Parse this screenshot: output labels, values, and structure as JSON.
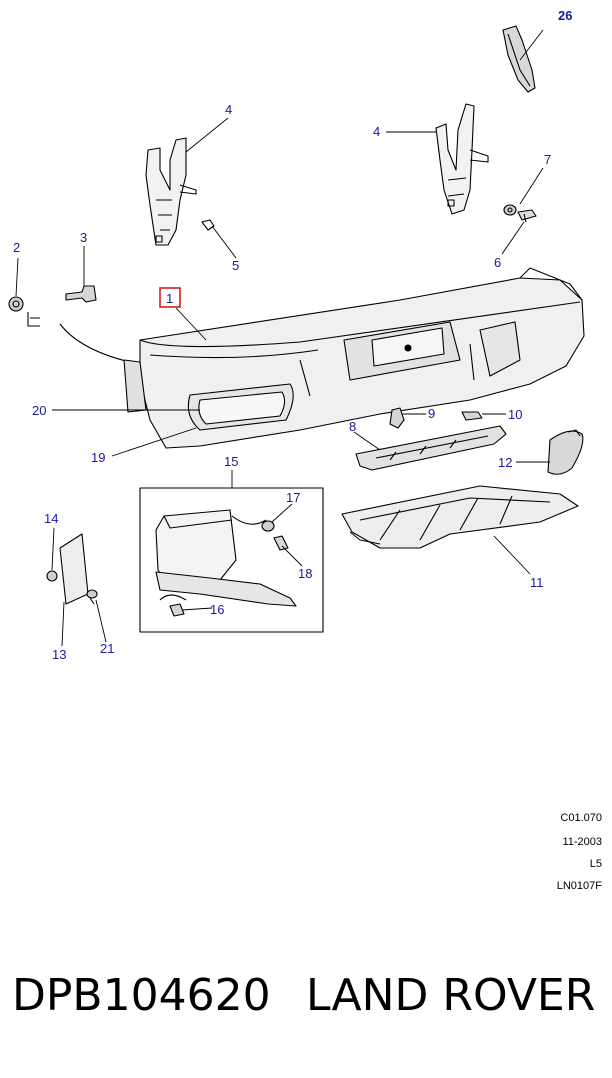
{
  "callouts": {
    "c1": "1",
    "c2": "2",
    "c3": "3",
    "c4a": "4",
    "c4b": "4",
    "c5": "5",
    "c6": "6",
    "c7": "7",
    "c8": "8",
    "c9": "9",
    "c10": "10",
    "c11": "11",
    "c12": "12",
    "c13": "13",
    "c14": "14",
    "c15": "15",
    "c16": "16",
    "c17": "17",
    "c18": "18",
    "c19": "19",
    "c20": "20",
    "c21": "21",
    "c26": "26"
  },
  "reference": {
    "code": "C01.070",
    "date": "11-2003",
    "level": "L5",
    "drawing": "LN0107F"
  },
  "footer": {
    "part_number": "DPB104620",
    "brand": "LAND ROVER"
  },
  "colors": {
    "callout_text": "#1a1a9c",
    "highlight_box": "#d42020",
    "line_art": "#000000"
  }
}
